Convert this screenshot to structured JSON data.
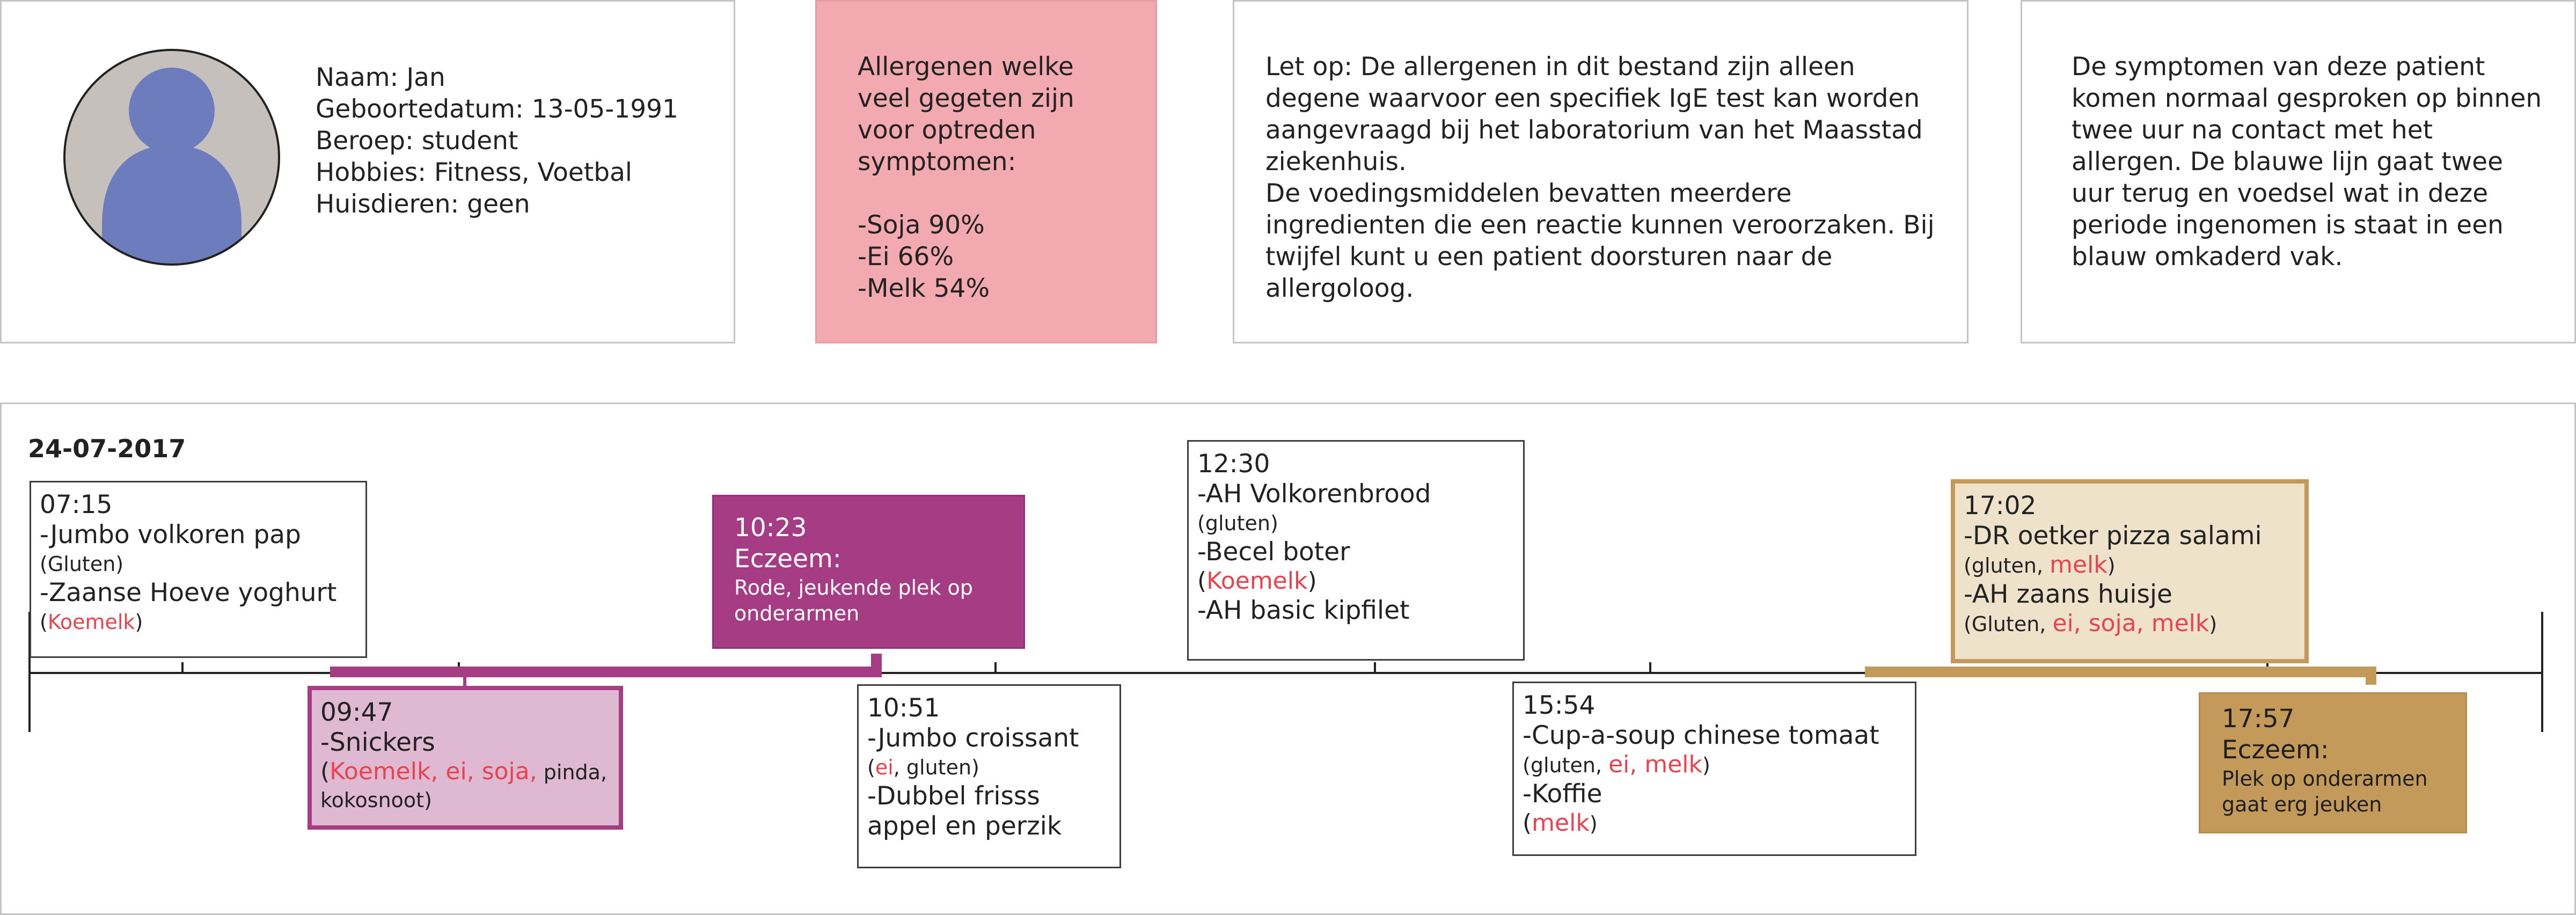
{
  "profile": {
    "lines": [
      "Naam: Jan",
      "Geboortedatum: 13-05-1991",
      "Beroep: student",
      "Hobbies: Fitness, Voetbal",
      "Huisdieren: geen"
    ]
  },
  "allergens": {
    "intro": "Allergenen welke veel gegeten zijn voor optreden symptomen:",
    "items": [
      "-Soja 90%",
      "-Ei 66%",
      "-Melk 54%"
    ]
  },
  "note": {
    "text": "Let op: De allergenen in dit bestand zijn alleen degene waarvoor een specifiek IgE test kan worden aangevraagd bij het laboratorium van het Maasstad ziekenhuis.\nDe voedingsmiddelen bevatten meerdere ingredienten die een reactie kunnen veroorzaken. Bij twijfel kunt u een patient doorsturen naar de allergoloog."
  },
  "symptoms_info": {
    "text": "De symptomen van deze patient komen normaal gesproken op binnen twee uur na contact met het allergen. De blauwe lijn gaat twee uur terug en voedsel wat in deze periode ingenomen is staat in een blauw omkaderd vak."
  },
  "timeline": {
    "date": "24-07-2017",
    "meals": [
      {
        "time": "07:15",
        "lines": [
          {
            "size": "big",
            "parts": [
              {
                "t": "-Jumbo volkoren pap"
              }
            ]
          },
          {
            "size": "sm",
            "parts": [
              {
                "t": "(Gluten)"
              }
            ]
          },
          {
            "size": "big",
            "parts": [
              {
                "t": "-Zaanse Hoeve yoghurt"
              }
            ]
          },
          {
            "size": "sm",
            "parts": [
              {
                "t": "("
              },
              {
                "t": "Koemelk",
                "hl": true
              },
              {
                "t": ")"
              }
            ]
          }
        ]
      },
      {
        "time": "09:47",
        "lines": [
          {
            "size": "big",
            "parts": [
              {
                "t": "-Snickers"
              }
            ]
          },
          {
            "size": "sm",
            "parts": [
              {
                "t": "(",
                "big": true
              },
              {
                "t": "Koemelk, ei, soja,",
                "hl": true,
                "big": true
              },
              {
                "t": " pinda,"
              }
            ]
          },
          {
            "size": "sm",
            "parts": [
              {
                "t": "kokosnoot)"
              }
            ]
          }
        ]
      },
      {
        "time": "10:51",
        "lines": [
          {
            "size": "big",
            "parts": [
              {
                "t": "-Jumbo croissant"
              }
            ]
          },
          {
            "size": "sm",
            "parts": [
              {
                "t": "("
              },
              {
                "t": "ei",
                "hl": true
              },
              {
                "t": ", gluten)"
              }
            ]
          },
          {
            "size": "big",
            "parts": [
              {
                "t": "-Dubbel frisss"
              }
            ]
          },
          {
            "size": "big",
            "parts": [
              {
                "t": "appel en perzik"
              }
            ]
          }
        ]
      },
      {
        "time": "12:30",
        "lines": [
          {
            "size": "big",
            "parts": [
              {
                "t": "-AH Volkorenbrood"
              }
            ]
          },
          {
            "size": "sm",
            "parts": [
              {
                "t": "(gluten)"
              }
            ]
          },
          {
            "size": "big",
            "parts": [
              {
                "t": "-Becel boter"
              }
            ]
          },
          {
            "size": "sm",
            "parts": [
              {
                "t": "(",
                "big": true
              },
              {
                "t": "Koemelk",
                "hl": true,
                "big": true
              },
              {
                "t": ")",
                "big": true
              }
            ]
          },
          {
            "size": "big",
            "parts": [
              {
                "t": "-AH basic kipfilet"
              }
            ]
          }
        ]
      },
      {
        "time": "15:54",
        "lines": [
          {
            "size": "big",
            "parts": [
              {
                "t": "-Cup-a-soup chinese tomaat"
              }
            ]
          },
          {
            "size": "sm",
            "parts": [
              {
                "t": "(gluten, "
              },
              {
                "t": "ei, melk",
                "hl": true,
                "big": true
              },
              {
                "t": ")"
              }
            ]
          },
          {
            "size": "big",
            "parts": [
              {
                "t": "-Koffie"
              }
            ]
          },
          {
            "size": "sm",
            "parts": [
              {
                "t": "(",
                "big": true
              },
              {
                "t": "melk",
                "hl": true,
                "big": true
              },
              {
                "t": ")"
              }
            ]
          }
        ]
      },
      {
        "time": "17:02",
        "lines": [
          {
            "size": "big",
            "parts": [
              {
                "t": "-DR oetker pizza salami"
              }
            ]
          },
          {
            "size": "sm",
            "parts": [
              {
                "t": "(gluten, "
              },
              {
                "t": "melk",
                "hl": true,
                "big": true
              },
              {
                "t": ")"
              }
            ]
          },
          {
            "size": "big",
            "parts": [
              {
                "t": "-AH zaans huisje"
              }
            ]
          },
          {
            "size": "sm",
            "parts": [
              {
                "t": "(Gluten, "
              },
              {
                "t": "ei, soja, melk",
                "hl": true,
                "big": true
              },
              {
                "t": ")"
              }
            ]
          }
        ]
      }
    ],
    "events": [
      {
        "time": "10:23",
        "title": "Eczeem:",
        "desc": [
          "Rode, jeukende plek op",
          "onderarmen"
        ]
      },
      {
        "time": "17:57",
        "title": "Eczeem:",
        "desc": [
          "Plek op onderarmen",
          "gaat erg jeuken"
        ]
      }
    ]
  },
  "colors": {
    "allergen_panel": "#f2aab0",
    "highlight": "#e8434f",
    "event1": "#a53c84",
    "event1_window": "#dfb8d2",
    "event2": "#c49a5a",
    "event2_window": "#efe2cb",
    "avatar_bg": "#c6c0bc",
    "avatar_person": "#6c7cbd"
  }
}
